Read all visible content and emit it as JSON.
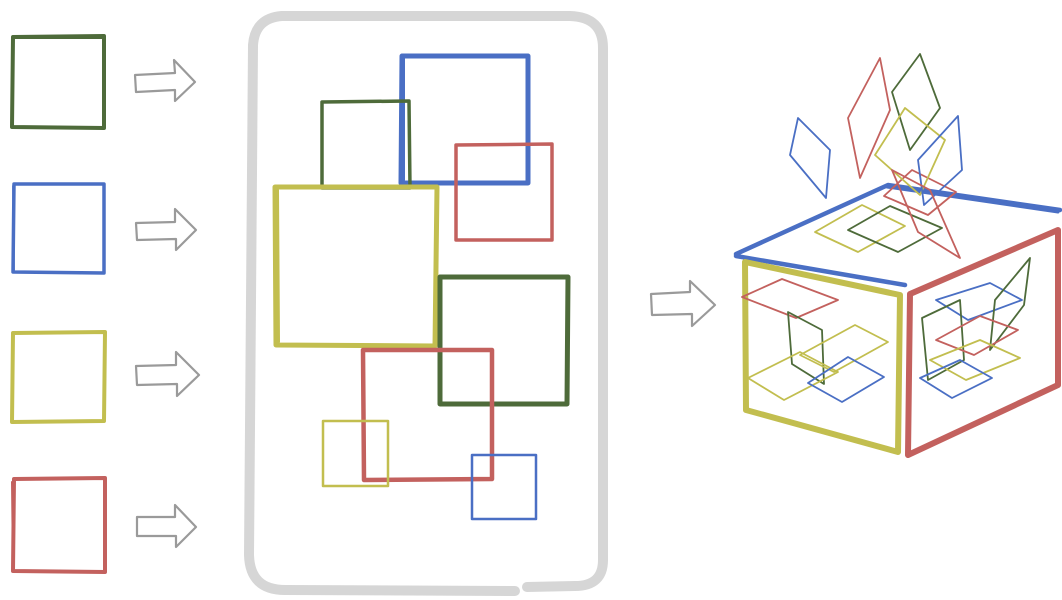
{
  "colors": {
    "green": "#4e6b3a",
    "blue": "#4a6fc4",
    "yellow": "#c2be4f",
    "red": "#c3615e",
    "gray": "#d6d6d6",
    "arrow_gray": "#9a9a9a"
  },
  "inputs": [
    {
      "id": "input-square-green",
      "color": "green",
      "icon": "square-icon"
    },
    {
      "id": "input-square-blue",
      "color": "blue",
      "icon": "square-icon"
    },
    {
      "id": "input-square-yellow",
      "color": "yellow",
      "icon": "square-icon"
    },
    {
      "id": "input-square-red",
      "color": "red",
      "icon": "square-icon"
    }
  ],
  "arrows": [
    "arrow-right-icon",
    "arrow-right-icon",
    "arrow-right-icon",
    "arrow-right-icon",
    "arrow-right-icon"
  ],
  "container": {
    "icon": "rounded-rectangle-container"
  },
  "output": {
    "icon": "ballot-box-icon"
  }
}
